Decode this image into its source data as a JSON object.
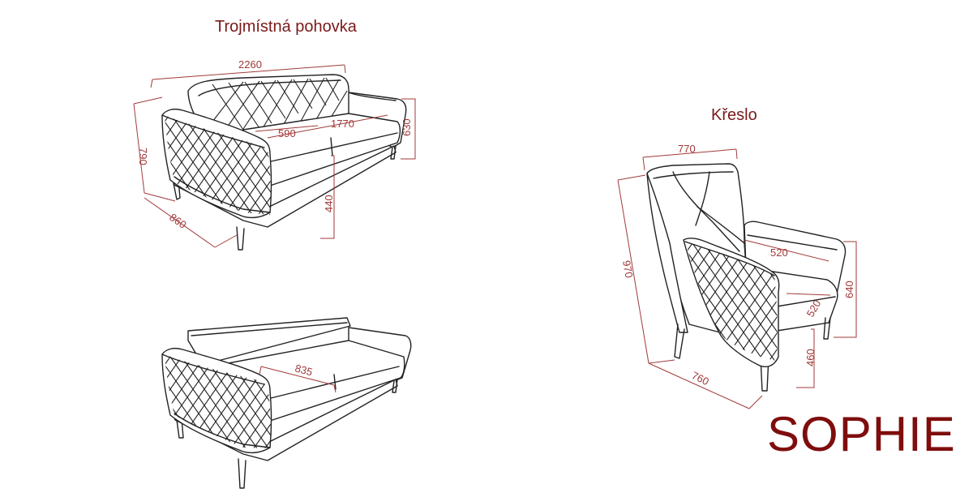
{
  "sofa_title": "Trojmístná pohovka",
  "chair_title": "Křeslo",
  "brand": "SOPHIE",
  "sofa_dims": {
    "length": "2260",
    "depth": "790",
    "height": "630",
    "seat_depth": "590",
    "seat_width": "1770",
    "seat_height": "440",
    "base_depth": "860",
    "bed_depth": "835"
  },
  "chair_dims": {
    "width": "770",
    "height": "970",
    "seat_width": "520",
    "seat_depth": "520",
    "arm_height": "640",
    "seat_height": "460",
    "depth": "760"
  },
  "colors": {
    "title": "#7a1a1a",
    "dimension": "#a13a3a",
    "brand": "#7f0d0d",
    "outline": "#222222"
  }
}
